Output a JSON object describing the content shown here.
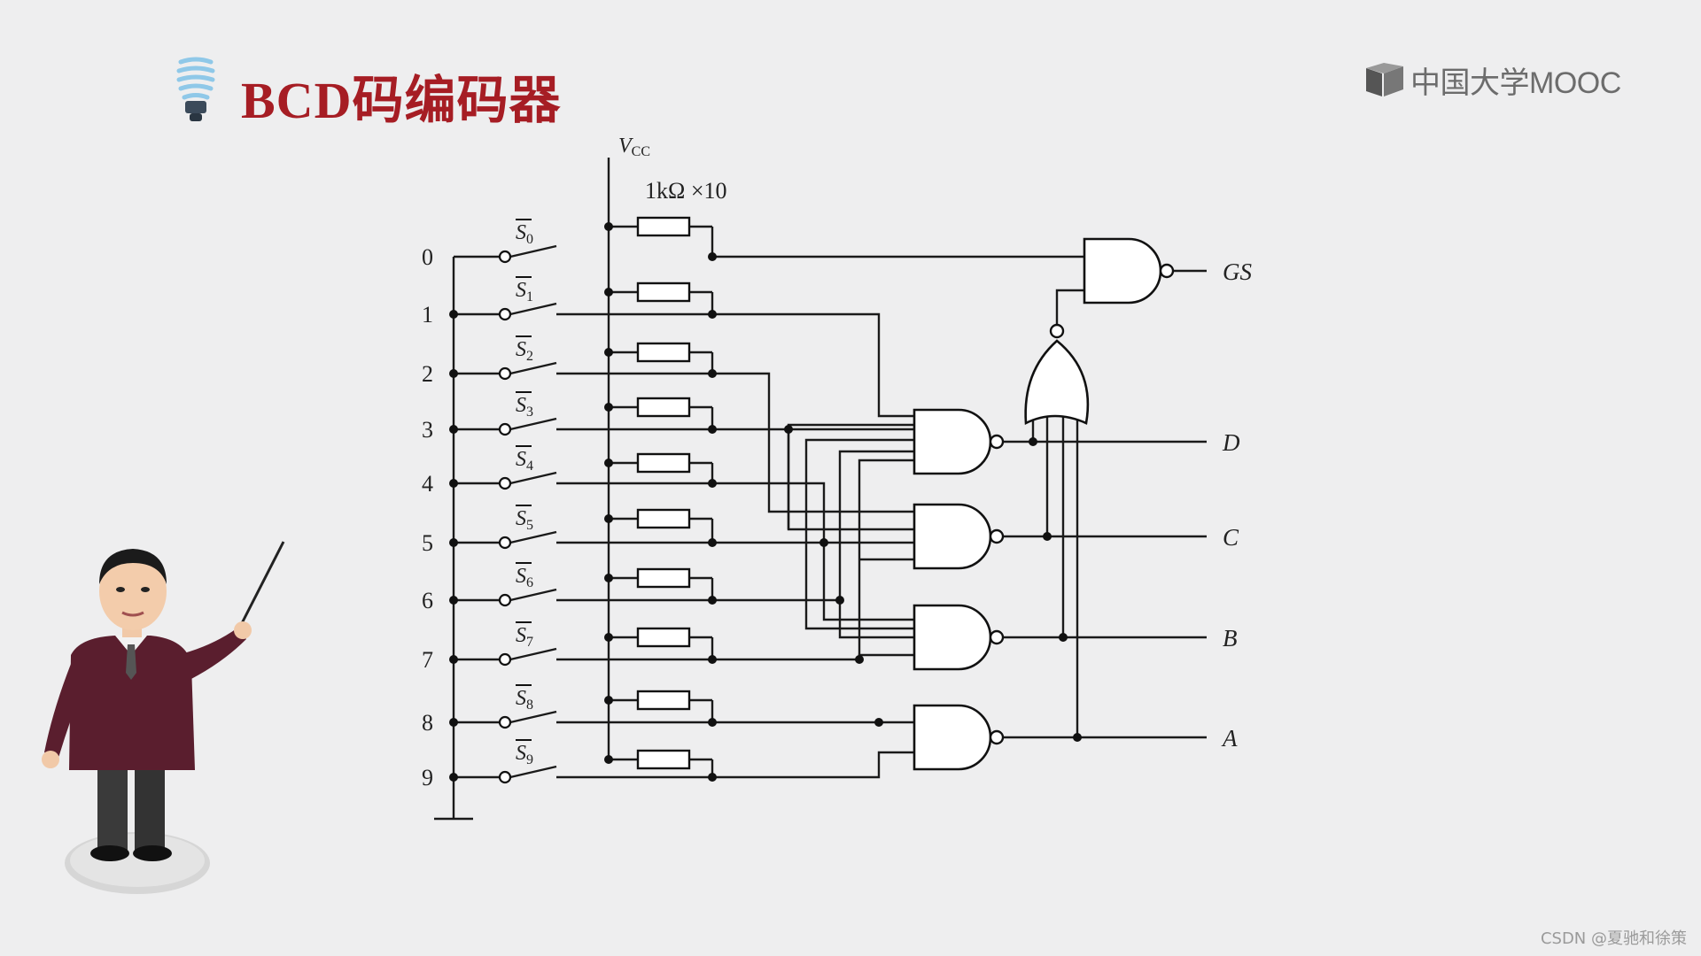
{
  "slide": {
    "title": "BCD码编码器",
    "logo_text": "中国大学MOOC",
    "logo_icon": "book-icon",
    "bulb_icon": "lightbulb-icon",
    "watermark": "CSDN @夏驰和徐策"
  },
  "circuit": {
    "vcc_label": "V",
    "vcc_sub": "CC",
    "resistor_label": "1kΩ ×10",
    "inputs": [
      "0",
      "1",
      "2",
      "3",
      "4",
      "5",
      "6",
      "7",
      "8",
      "9"
    ],
    "switches": [
      {
        "s": "S",
        "n": "0"
      },
      {
        "s": "S",
        "n": "1"
      },
      {
        "s": "S",
        "n": "2"
      },
      {
        "s": "S",
        "n": "3"
      },
      {
        "s": "S",
        "n": "4"
      },
      {
        "s": "S",
        "n": "5"
      },
      {
        "s": "S",
        "n": "6"
      },
      {
        "s": "S",
        "n": "7"
      },
      {
        "s": "S",
        "n": "8"
      },
      {
        "s": "S",
        "n": "9"
      }
    ],
    "outputs": [
      "GS",
      "D",
      "C",
      "B",
      "A"
    ]
  }
}
